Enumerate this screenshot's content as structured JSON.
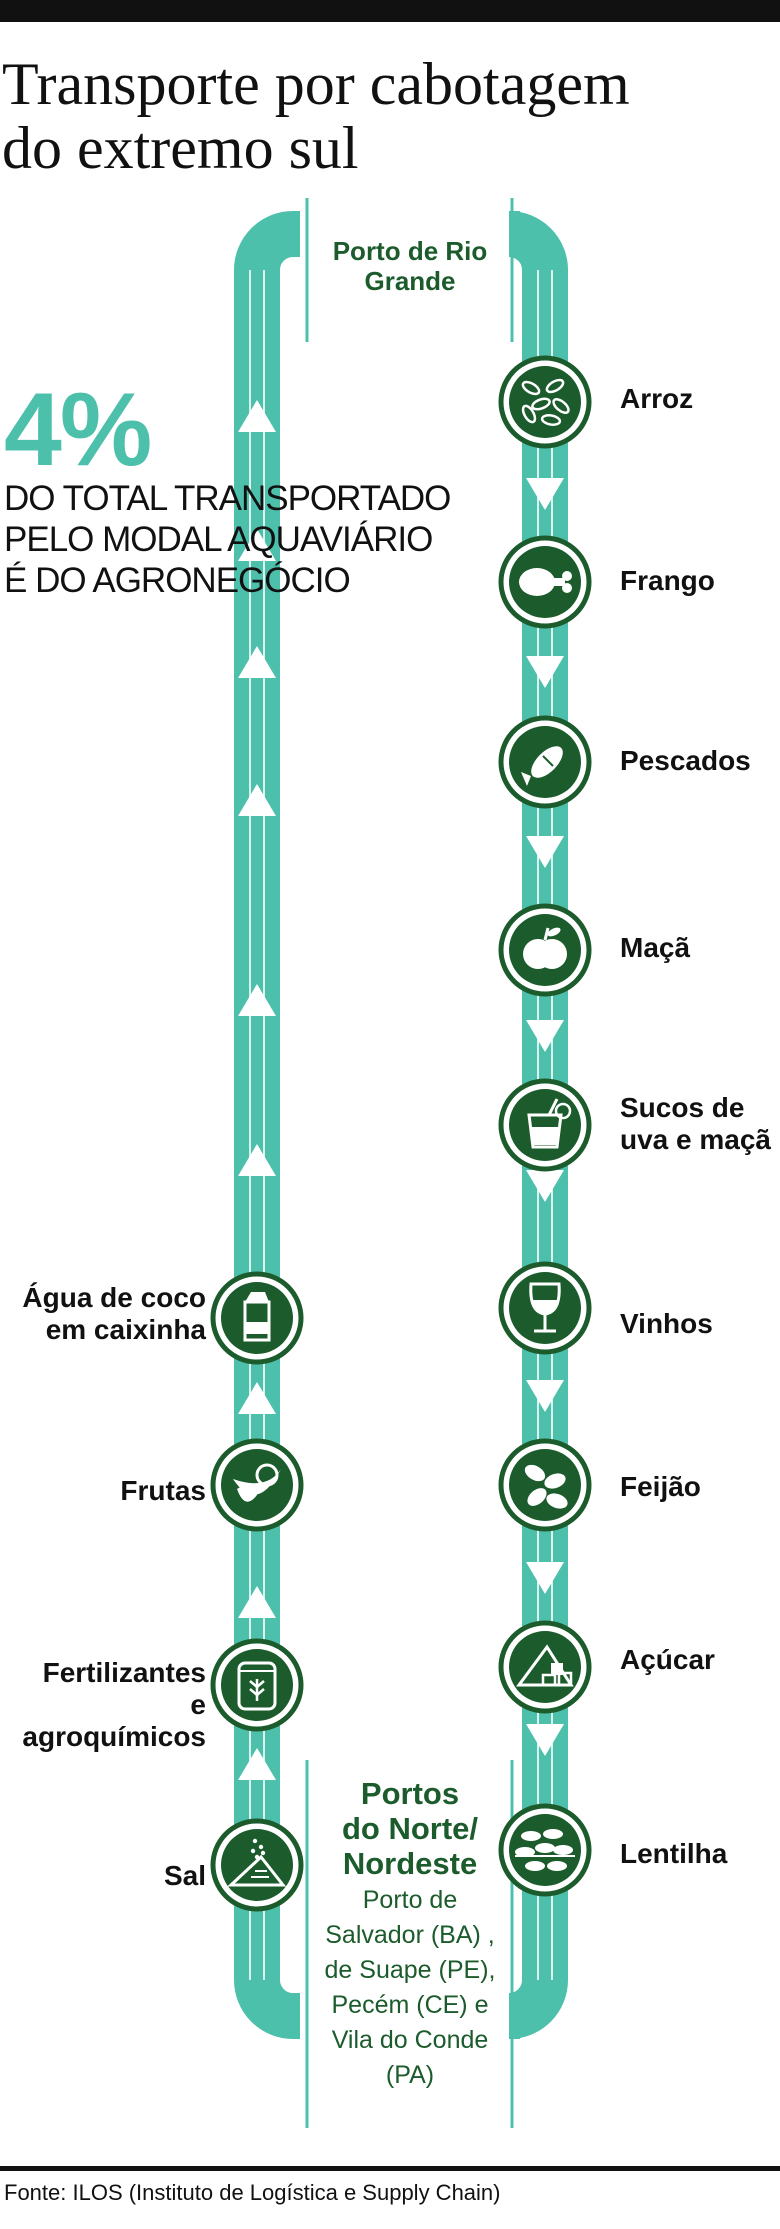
{
  "title": "Transporte por cabotagem\ndo extremo sul",
  "highlight": {
    "value": "4%",
    "text": "DO TOTAL TRANSPORTADO\nPELO MODAL AQUAVIÁRIO\nÉ DO AGRONEGÓCIO"
  },
  "ports": {
    "top": "Porto de Rio\nGrande",
    "bottom_title": "Portos\ndo Norte/\nNordeste",
    "bottom_list": "Porto de\nSalvador (BA) ,\nde Suape (PE),\nPecém (CE) e\nVila do Conde\n(PA)"
  },
  "southbound": [
    {
      "label": "Arroz",
      "icon": "rice-icon"
    },
    {
      "label": "Frango",
      "icon": "chicken-leg-icon"
    },
    {
      "label": "Pescados",
      "icon": "fish-icon"
    },
    {
      "label": "Maçã",
      "icon": "apple-icon"
    },
    {
      "label": "Sucos de\nuva e maçã",
      "icon": "juice-glass-icon"
    },
    {
      "label": "Vinhos",
      "icon": "wine-glass-icon"
    },
    {
      "label": "Feijão",
      "icon": "beans-icon"
    },
    {
      "label": "Açúcar",
      "icon": "sugar-icon"
    },
    {
      "label": "Lentilha",
      "icon": "lentils-icon"
    }
  ],
  "northbound": [
    {
      "label": "Água de coco\nem caixinha",
      "icon": "carton-icon"
    },
    {
      "label": "Frutas",
      "icon": "fruits-icon"
    },
    {
      "label": "Fertilizantes\ne agroquímicos",
      "icon": "fertilizer-bag-icon"
    },
    {
      "label": "Sal",
      "icon": "salt-icon"
    }
  ],
  "source": "Fonte: ILOS (Instituto de Logística e Supply Chain)",
  "colors": {
    "route": "#4dc0ac",
    "icon": "#1c5c2c",
    "text": "#111111"
  }
}
